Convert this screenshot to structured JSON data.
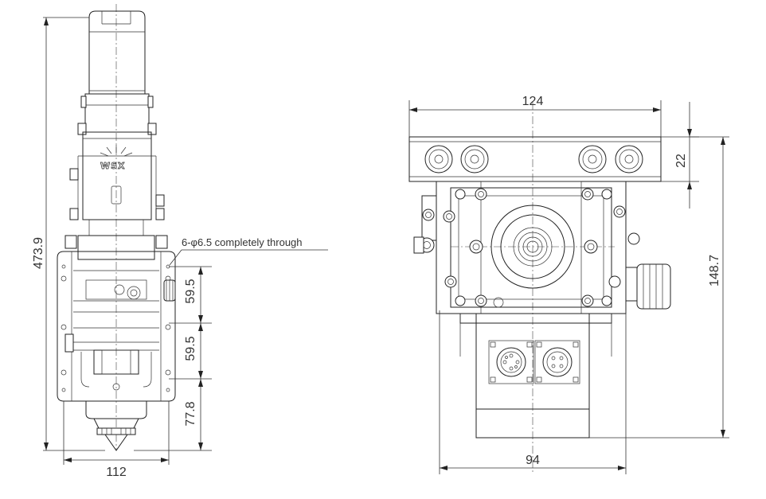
{
  "side_view": {
    "dim_total_height": "473.9",
    "dim_width": "112",
    "dim_hole_spacing_1": "59.5",
    "dim_hole_spacing_2": "59.5",
    "dim_bottom": "77.8",
    "hole_note": "6-φ6.5 completely through",
    "logo_text": "WSX"
  },
  "front_view": {
    "dim_top_width": "124",
    "dim_top_height": "22",
    "dim_body_height": "148.7",
    "dim_bottom_width": "94"
  }
}
